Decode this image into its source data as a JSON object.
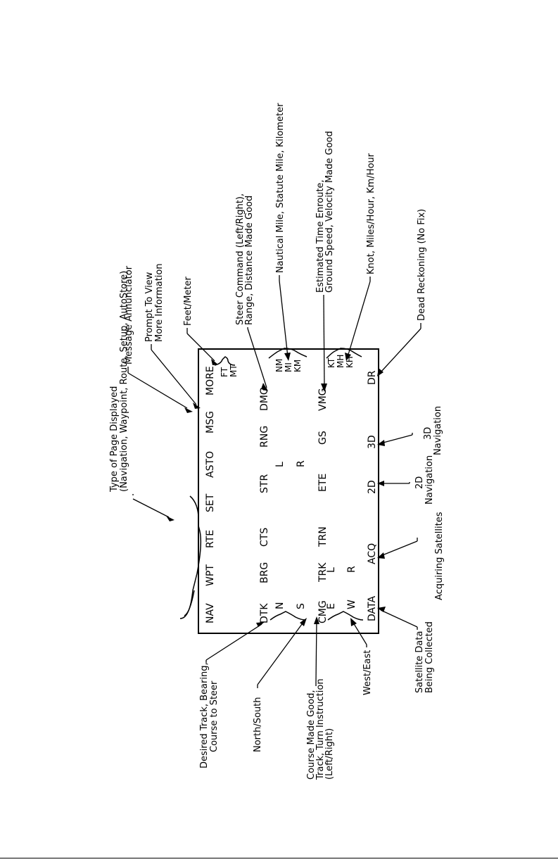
{
  "display": {
    "row1": {
      "nav": "NAV",
      "wpt": "WPT",
      "rte": "RTE",
      "set": "SET",
      "asto": "ASTO",
      "msg": "MSG",
      "more": "MORE",
      "ft": "FT",
      "mt": "MT"
    },
    "row2": {
      "dtk": "DTK",
      "brg": "BRG",
      "cts": "CTS",
      "str": "STR",
      "rng": "RNG",
      "dmg": "DMG",
      "nm": "NM",
      "mi": "MI",
      "km": "KM"
    },
    "row2b": {
      "n": "N",
      "s": "S",
      "l": "L",
      "r": "R"
    },
    "row3": {
      "cmg": "CMG",
      "trk": "TRK",
      "trn": "TRN",
      "ete": "ETE",
      "gs": "GS",
      "vmg": "VMG",
      "kt": "KT",
      "mh": "MH",
      "kh": "KH"
    },
    "row3b": {
      "e": "E",
      "w": "W",
      "l": "L",
      "r": "R"
    },
    "row4": {
      "data": "DATA",
      "acq": "ACQ",
      "d2": "2D",
      "d3": "3D",
      "dr": "DR"
    }
  },
  "labels": {
    "page_type": [
      "Type of Page Displayed",
      "(Navigation, Waypoint, Route, Setup, AutoStore)"
    ],
    "message": [
      "Message Annunciator"
    ],
    "prompt": [
      "Prompt To View",
      "More Information"
    ],
    "feet": [
      "Feet/Meter"
    ],
    "steer": [
      "Steer Command (Left/Right),",
      "Range, Distance Made Good"
    ],
    "nautical": [
      "Nautical Mile, Statute Mile, Kilometer"
    ],
    "ete": [
      "Estimated Time Enroute,",
      "Ground Speed, Velocity Made Good"
    ],
    "knot": [
      "Knot, Miles/Hour, Km/Hour"
    ],
    "dead": [
      "Dead Reckoning (No Fix)"
    ],
    "nav3d": [
      "3D",
      "Navigation"
    ],
    "nav2d": [
      "2D",
      "Navigation"
    ],
    "acq": [
      "Acquiring Satellites"
    ],
    "satdata": [
      "Satellite Data",
      "Being Collected"
    ],
    "westeast": [
      "West/East"
    ],
    "cmg": [
      "Course Made Good,",
      "Track, Turn Instruction",
      "(Left/Right)"
    ],
    "northsouth": [
      "North/South"
    ],
    "dtk": [
      "Desired Track, Bearing,",
      "Course to Steer"
    ]
  }
}
